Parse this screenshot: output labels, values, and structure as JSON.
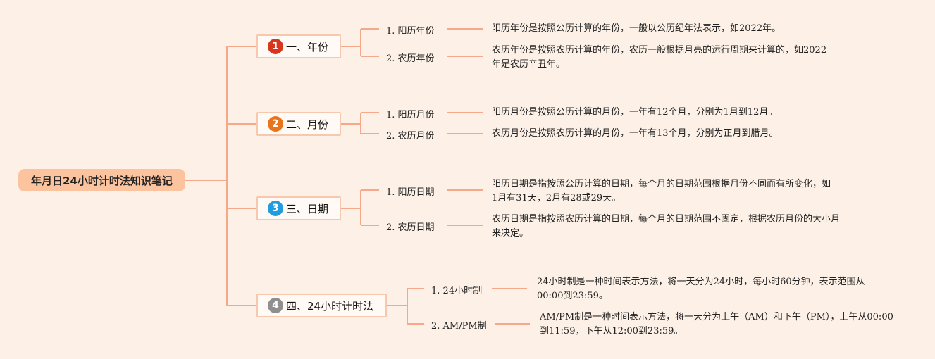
{
  "root": {
    "title": "年月日24小时计时法知识笔记"
  },
  "colors": {
    "background": "#fdf1e7",
    "root_fill": "#fbc39e",
    "connector": "#f5a88a",
    "topic_border": "#f8c8ae"
  },
  "topics": [
    {
      "number": "1",
      "badge_color": "#d9361e",
      "label": "一、年份",
      "items": [
        {
          "label": "1. 阳历年份",
          "desc": "阳历年份是按照公历计算的年份，一般以公历纪年法表示，如2022年。"
        },
        {
          "label": "2. 农历年份",
          "desc": "农历年份是按照农历计算的年份，农历一般根据月亮的运行周期来计算的，如2022年是农历辛丑年。"
        }
      ]
    },
    {
      "number": "2",
      "badge_color": "#e8741b",
      "label": "二、月份",
      "items": [
        {
          "label": "1. 阳历月份",
          "desc": "阳历月份是按照公历计算的月份，一年有12个月，分别为1月到12月。"
        },
        {
          "label": "2. 农历月份",
          "desc": "农历月份是按照农历计算的月份，一年有13个月，分别为正月到腊月。"
        }
      ]
    },
    {
      "number": "3",
      "badge_color": "#1f9de0",
      "label": "三、日期",
      "items": [
        {
          "label": "1. 阳历日期",
          "desc": "阳历日期是指按照公历计算的日期，每个月的日期范围根据月份不同而有所变化，如1月有31天，2月有28或29天。"
        },
        {
          "label": "2. 农历日期",
          "desc": "农历日期是指按照农历计算的日期，每个月的日期范围不固定，根据农历月份的大小月来决定。"
        }
      ]
    },
    {
      "number": "4",
      "badge_color": "#8f8f8f",
      "label": "四、24小时计时法",
      "items": [
        {
          "label": "1. 24小时制",
          "desc": "24小时制是一种时间表示方法，将一天分为24小时，每小时60分钟，表示范围从00:00到23:59。"
        },
        {
          "label": "2. AM/PM制",
          "desc": "AM/PM制是一种时间表示方法，将一天分为上午（AM）和下午（PM），上午从00:00到11:59，下午从12:00到23:59。"
        }
      ]
    }
  ]
}
